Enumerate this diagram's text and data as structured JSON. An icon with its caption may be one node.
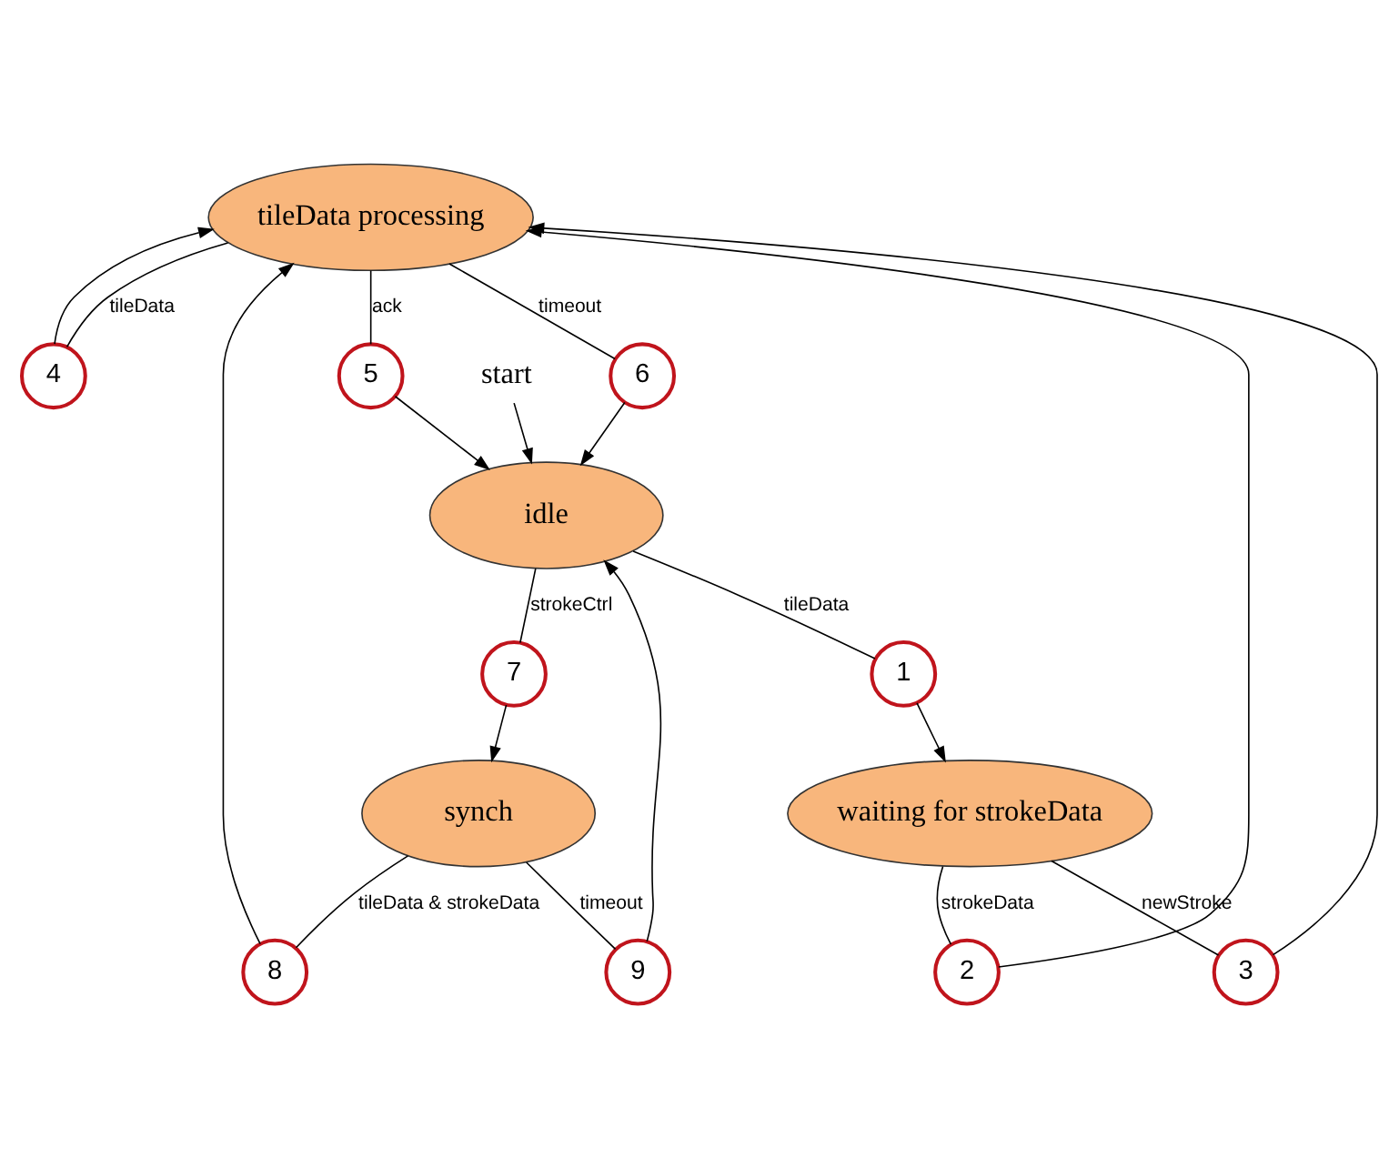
{
  "diagram": {
    "nodes": [
      {
        "text": [
          "tileData processing"
        ]
      },
      {
        "text": [
          "synch"
        ]
      },
      {
        "text": [
          "waiting for strokeData"
        ]
      },
      {
        "text": [
          "idle"
        ]
      },
      {
        "text": [
          "4"
        ]
      },
      {
        "text": [
          "8"
        ]
      },
      {
        "text": [
          "2"
        ]
      },
      {
        "text": [
          "3"
        ]
      },
      {
        "text": [
          "6"
        ]
      },
      {
        "text": [
          "5"
        ]
      },
      {
        "text": [
          "9"
        ]
      },
      {
        "text": [
          "7"
        ]
      },
      {
        "text": [
          "1"
        ]
      },
      {
        "text": [
          "start"
        ]
      }
    ],
    "edges": [
      {
        "from": 3,
        "to": 12,
        "arrow": "none",
        "label": "tileData"
      },
      {
        "from": 12,
        "to": 2,
        "arrow": "to"
      },
      {
        "from": 2,
        "to": 6,
        "arrow": "none",
        "label": "strokeData"
      },
      {
        "from": 6,
        "to": 0,
        "arrow": "to"
      },
      {
        "from": 2,
        "to": 7,
        "arrow": "none",
        "label": "newStroke"
      },
      {
        "from": 7,
        "to": 0,
        "arrow": "to"
      },
      {
        "from": 0,
        "to": 4,
        "arrow": "none",
        "label": "tileData"
      },
      {
        "from": 4,
        "to": 0,
        "arrow": "to"
      },
      {
        "from": 0,
        "to": 8,
        "arrow": "none",
        "label": "timeout"
      },
      {
        "from": 8,
        "to": 3,
        "arrow": "to"
      },
      {
        "from": 0,
        "to": 9,
        "arrow": "none",
        "label": "ack"
      },
      {
        "from": 9,
        "to": 3,
        "arrow": "to"
      },
      {
        "from": 1,
        "to": 5,
        "arrow": "none",
        "label": "tileData & strokeData"
      },
      {
        "from": 5,
        "to": 0,
        "arrow": "to"
      },
      {
        "from": 1,
        "to": 10,
        "arrow": "none",
        "label": "timeout"
      },
      {
        "from": 10,
        "to": 3,
        "arrow": "to"
      },
      {
        "from": 3,
        "to": 11,
        "arrow": "none",
        "label": "strokeCtrl"
      },
      {
        "from": 11,
        "to": 1,
        "arrow": "to"
      },
      {
        "from": 13,
        "to": 3,
        "arrow": "to"
      }
    ]
  }
}
